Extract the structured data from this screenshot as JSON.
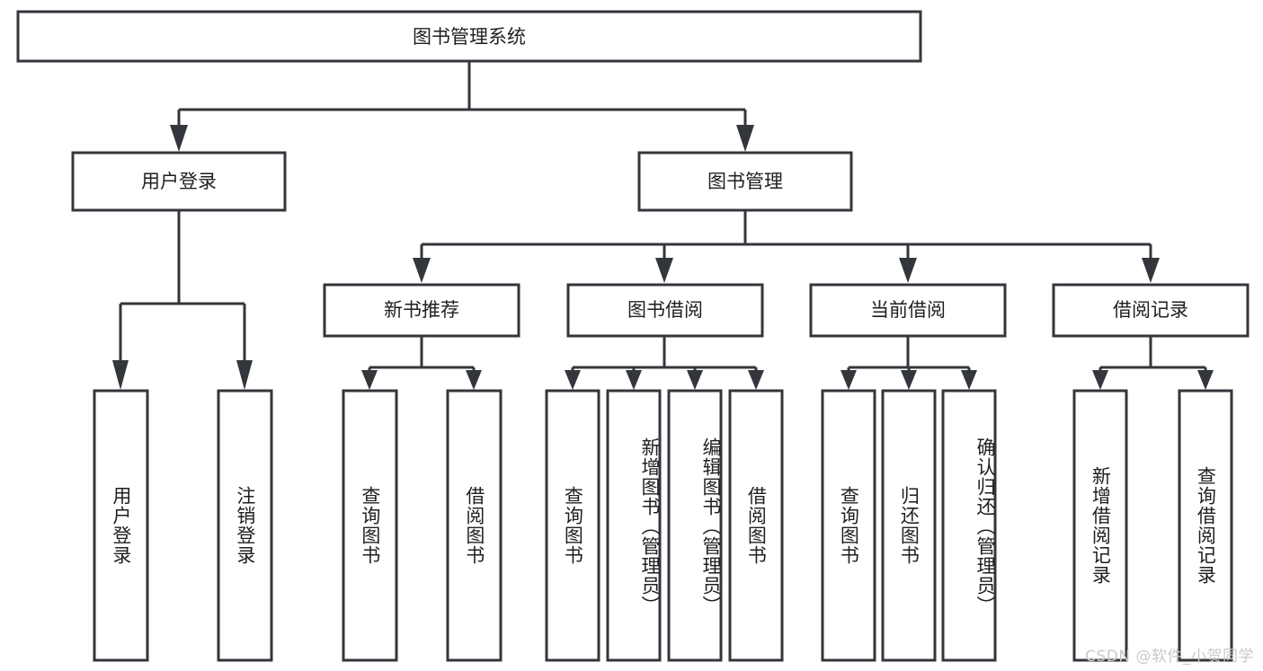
{
  "diagram": {
    "type": "tree-flowchart",
    "title": "图书管理系统",
    "watermark": "CSDN @软件_小贺同学",
    "colors": {
      "box_stroke": "#33363b",
      "box_fill": "#ffffff",
      "text": "#1f1f1f",
      "background": "#ffffff",
      "watermark": "#c9c9c9"
    },
    "root": {
      "label": "图书管理系统"
    },
    "level1": [
      {
        "label": "用户登录"
      },
      {
        "label": "图书管理"
      }
    ],
    "level2": [
      {
        "label": "新书推荐"
      },
      {
        "label": "图书借阅"
      },
      {
        "label": "当前借阅"
      },
      {
        "label": "借阅记录"
      }
    ],
    "leaves": {
      "user_login": [
        {
          "label": "用户登录"
        },
        {
          "label": "注销登录"
        }
      ],
      "new_book_recommend": [
        {
          "label": "查询图书"
        },
        {
          "label": "借阅图书"
        }
      ],
      "book_borrow": [
        {
          "label": "查询图书"
        },
        {
          "label": "新增图书（管理员）"
        },
        {
          "label": "编辑图书（管理员）"
        },
        {
          "label": "借阅图书"
        }
      ],
      "current_borrow": [
        {
          "label": "查询图书"
        },
        {
          "label": "归还图书"
        },
        {
          "label": "确认归还（管理员）"
        }
      ],
      "borrow_record": [
        {
          "label": "新增借阅记录"
        },
        {
          "label": "查询借阅记录"
        }
      ]
    }
  },
  "chart_data": {
    "type": "table",
    "title": "图书管理系统",
    "nodes": [
      "图书管理系统",
      "用户登录",
      "图书管理",
      "新书推荐",
      "图书借阅",
      "当前借阅",
      "借阅记录",
      "用户登录",
      "注销登录",
      "查询图书",
      "借阅图书",
      "新增图书（管理员）",
      "编辑图书（管理员）",
      "归还图书",
      "确认归还（管理员）",
      "新增借阅记录",
      "查询借阅记录"
    ],
    "edges": [
      [
        "图书管理系统",
        "用户登录"
      ],
      [
        "图书管理系统",
        "图书管理"
      ],
      [
        "用户登录",
        "用户登录"
      ],
      [
        "用户登录",
        "注销登录"
      ],
      [
        "图书管理",
        "新书推荐"
      ],
      [
        "图书管理",
        "图书借阅"
      ],
      [
        "图书管理",
        "当前借阅"
      ],
      [
        "图书管理",
        "借阅记录"
      ],
      [
        "新书推荐",
        "查询图书"
      ],
      [
        "新书推荐",
        "借阅图书"
      ],
      [
        "图书借阅",
        "查询图书"
      ],
      [
        "图书借阅",
        "新增图书（管理员）"
      ],
      [
        "图书借阅",
        "编辑图书（管理员）"
      ],
      [
        "图书借阅",
        "借阅图书"
      ],
      [
        "当前借阅",
        "查询图书"
      ],
      [
        "当前借阅",
        "归还图书"
      ],
      [
        "当前借阅",
        "确认归还（管理员）"
      ],
      [
        "借阅记录",
        "新增借阅记录"
      ],
      [
        "借阅记录",
        "查询借阅记录"
      ]
    ]
  }
}
